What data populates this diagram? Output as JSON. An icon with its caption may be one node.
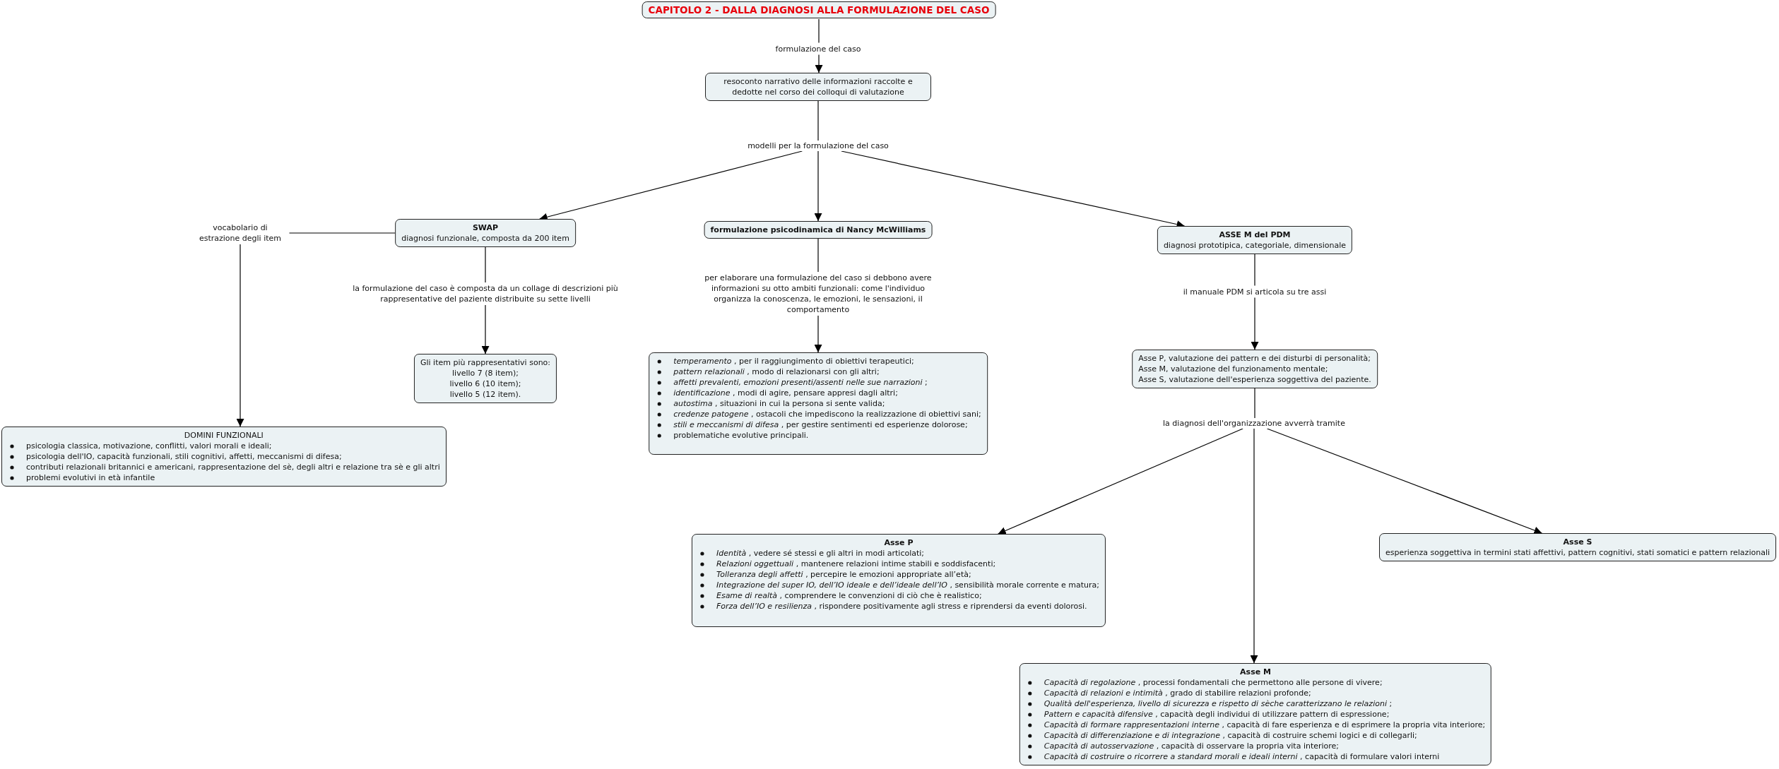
{
  "diagram": {
    "title": "CAPITOLO 2 - DALLA DIAGNOSI ALLA FORMULAZIONE DEL CASO",
    "nodes": [
      {
        "text": [
          "resoconto narrativo delle informazioni raccolte e dedotte nel corso dei colloqui di valutazione"
        ]
      },
      {
        "text": [
          "modelli per la formulazione del caso"
        ]
      },
      {
        "text": [
          "SWAP",
          "diagnosi funzionale, composta da 200 item"
        ]
      },
      {
        "text": [
          "formulazione psicodinamica di Nancy McWilliams"
        ]
      },
      {
        "text": [
          "ASSE M del PDM",
          "diagnosi prototipica, categoriale, dimensionale"
        ]
      },
      {
        "text": [
          "Gli item più rappresentativi sono:",
          "livello 7 (8 item);",
          "livello 6 (10 item);",
          "livello 5 (12 item)."
        ]
      },
      {
        "text": [
          "*temperamento* , per il raggiungimento di obiettivi terapeutici;",
          "*pattern relazionali* , modo di relazionarsi con gli altri;",
          "*affetti prevalenti, emozioni presenti/assenti nelle sue narrazioni* ;",
          "*identificazione* , modi di agire, pensare appresi dagli altri;",
          "*autostima* , situazioni in cui la persona si sente valida;",
          "*credenze patogene* , ostacoli che impediscono la realizzazione di obiettivi sani;",
          "*stili e meccanismi di difesa* , per gestire sentimenti ed esperienze dolorose;",
          "problematiche evolutive principali."
        ]
      },
      {
        "text": [
          "Asse P, valutazione dei pattern e dei disturbi di personalità;",
          "Asse M, valutazione del funzionamento mentale;",
          "Asse S, valutazione dell'esperienza soggettiva del paziente."
        ]
      },
      {
        "text": [
          "DOMINI FUNZIONALI",
          "psicologia classica, motivazione, conflitti, valori morali e ideali;",
          "psicologia dell'IO, capacità funzionali, stili cognitivi, affetti, meccanismi di difesa;",
          "contributi relazionali britannici e americani, rappresentazione del sè, degli altri e relazione tra sè e gli altri",
          "problemi evolutivi in età infantile"
        ]
      },
      {
        "text": [
          "la diagnosi dell'organizzazione avverrà tramite"
        ]
      },
      {
        "text": [
          "Asse P",
          "*Identità* , vedere sé stessi e gli altri in modi articolati;",
          "*Relazioni oggettuali* , mantenere relazioni intime stabili e soddisfacenti;",
          "*Tolleranza degli affetti* , percepire le emozioni appropriate all’età;",
          "*Integrazione del super IO, dell’IO ideale e dell’ideale dell’IO* , sensibilità morale corrente e matura;",
          "*Esame di realtà* , comprendere le convenzioni di ciò che è realistico;",
          "*Forza dell’IO e resilienza* , rispondere positivamente agli stress e riprendersi da eventi dolorosi."
        ]
      },
      {
        "text": [
          "Asse S",
          "esperienza soggettiva in termini stati affettivi, pattern cognitivi, stati somatici e pattern relazionali"
        ]
      },
      {
        "text": [
          "Asse M",
          "*Capacità di regolazione* , processi fondamentali che permettono alle persone di vivere;",
          "*Capacità di relazioni e intimità* , grado di stabilire relazioni profonde;",
          "*Qualità dell'esperienza, livello di sicurezza e rispetto di sèche caratterizzano le relazioni* ;",
          "*Pattern e capacità difensive* , capacità degli individui di utilizzare pattern di espressione;",
          "*Capacità di formare rappresentazioni interne* , capacità di fare esperienza e di esprimere la propria vita interiore;",
          "*Capacità di differenziazione e di integrazione* , capacità di costruire schemi logici e di collegarli;",
          "*Capacità di autosservazione* , capacità di osservare la propria vita interiore;",
          "*Capacità di costruire o ricorrere a standard morali e ideali interni* , capacità di formulare valori interni"
        ]
      }
    ],
    "edges": [
      {
        "from": null,
        "to": 0,
        "arrow": "to",
        "label": "formulazione del caso"
      },
      {
        "from": 0,
        "to": 1,
        "arrow": "none"
      },
      {
        "from": 1,
        "to": 2,
        "arrow": "to"
      },
      {
        "from": 1,
        "to": 3,
        "arrow": "to"
      },
      {
        "from": 1,
        "to": 4,
        "arrow": "to"
      },
      {
        "from": 2,
        "to": 8,
        "arrow": "to",
        "label": "vocabolario di estrazione degli item"
      },
      {
        "from": 2,
        "to": 5,
        "arrow": "to",
        "label": "la formulazione del caso è composta da un collage di descrizioni più rappresentative del paziente distribuite su sette livelli"
      },
      {
        "from": 3,
        "to": 6,
        "arrow": "to",
        "label": "per elaborare una formulazione del caso si debbono avere informazioni su otto ambiti funzionali: come l'individuo organizza la conoscenza, le emozioni, le sensazioni, il comportamento"
      },
      {
        "from": 4,
        "to": 7,
        "arrow": "to",
        "label": "il manuale PDM si articola su tre assi"
      },
      {
        "from": 7,
        "to": 9,
        "arrow": "none"
      },
      {
        "from": 9,
        "to": 10,
        "arrow": "to"
      },
      {
        "from": 9,
        "to": 11,
        "arrow": "to"
      },
      {
        "from": 9,
        "to": 12,
        "arrow": "to"
      }
    ]
  }
}
